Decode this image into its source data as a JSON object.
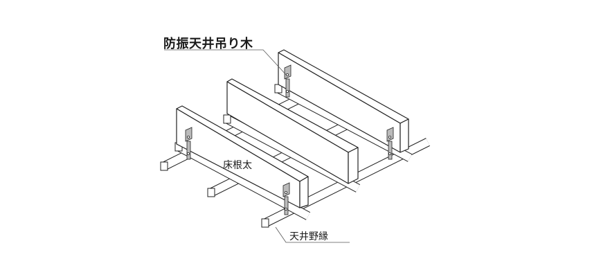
{
  "labels": {
    "hanger": "防振天井吊り木",
    "floor_joist": "床根太",
    "ceiling_furring": "天井野縁"
  },
  "colors": {
    "line": "#222222",
    "fill": "#ffffff",
    "bracket": "#bbbbbb"
  }
}
